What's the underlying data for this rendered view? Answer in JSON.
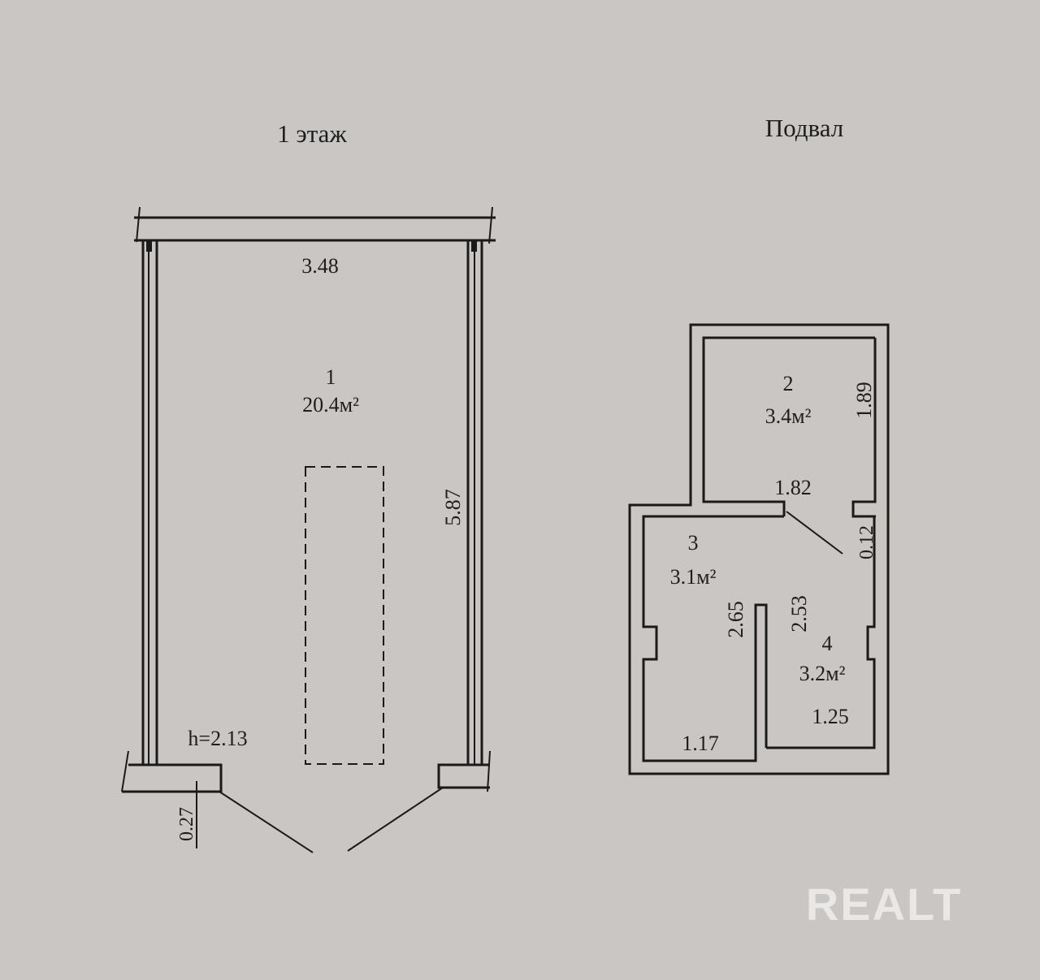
{
  "floors": {
    "ground": {
      "title": "1 этаж"
    },
    "basement": {
      "title": "Подвал"
    }
  },
  "rooms": {
    "r1": {
      "number": "1",
      "area": "20.4м²"
    },
    "r2": {
      "number": "2",
      "area": "3.4м²"
    },
    "r3": {
      "number": "3",
      "area": "3.1м²"
    },
    "r4": {
      "number": "4",
      "area": "3.2м²"
    }
  },
  "dimensions": {
    "ground_width": "3.48",
    "ground_length": "5.87",
    "ground_height": "h=2.13",
    "ground_wall": "0.27",
    "r2_height": "1.89",
    "r2_width": "1.82",
    "opening": "0.12",
    "r3_length": "2.65",
    "r3_width": "1.17",
    "r4_length": "2.53",
    "r4_width": "1.25"
  },
  "watermark": "REALT",
  "colors": {
    "background": "#c9c6c3",
    "lines": "#1a1a1a",
    "text": "#1e1e1e",
    "watermark": "#e9e8e6"
  }
}
